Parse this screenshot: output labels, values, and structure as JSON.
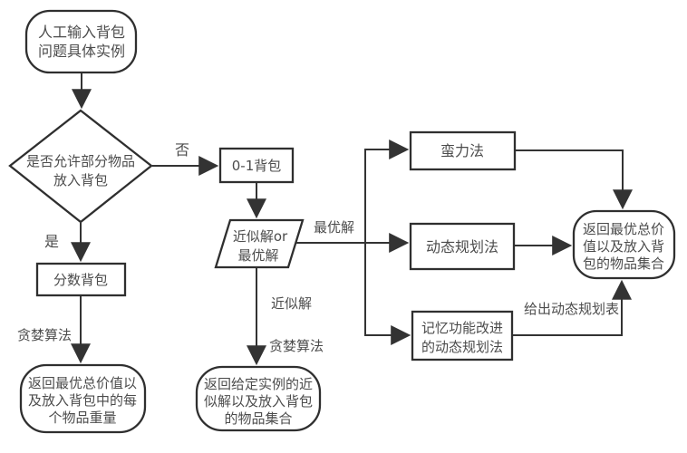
{
  "diagram": {
    "type": "flowchart",
    "topic": "knapsack-problem-algorithm-selection",
    "colors": {
      "background": "#ffffff",
      "stroke": "#333333",
      "node_fill": "#ffffff",
      "text": "#4c4c4c"
    },
    "nodes": {
      "start": {
        "shape": "terminator",
        "lines": [
          "人工输入背包",
          "问题具体实例"
        ]
      },
      "decision": {
        "shape": "decision",
        "lines": [
          "是否允许部分物品",
          "放入背包"
        ]
      },
      "knapsack01": {
        "shape": "process",
        "label": "0-1背包"
      },
      "solution_type": {
        "shape": "input-output",
        "lines": [
          "近似解or",
          "最优解"
        ]
      },
      "fractional_knapsack": {
        "shape": "process",
        "label": "分数背包"
      },
      "brute_force": {
        "shape": "process",
        "label": "蛮力法"
      },
      "dynamic_programming": {
        "shape": "process",
        "label": "动态规划法"
      },
      "memoized_dp": {
        "shape": "process",
        "lines": [
          "记忆功能改进",
          "的动态规划法"
        ]
      },
      "return_weights": {
        "shape": "terminator",
        "lines": [
          "返回最优总价值以",
          "及放入背包中的每",
          "个物品重量"
        ]
      },
      "return_approx": {
        "shape": "terminator",
        "lines": [
          "返回给定实例的近",
          "似解以及放入背包",
          "的物品集合"
        ]
      },
      "return_optimal": {
        "shape": "terminator",
        "lines": [
          "返回最优总价",
          "值以及放入背",
          "包的物品集合"
        ]
      }
    },
    "edge_labels": {
      "no": "否",
      "yes": "是",
      "optimal_solution": "最优解",
      "approximate_solution": "近似解",
      "greedy_left": "贪婪算法",
      "greedy_middle": "贪婪算法",
      "dp_table": "给出动态规划表"
    }
  }
}
